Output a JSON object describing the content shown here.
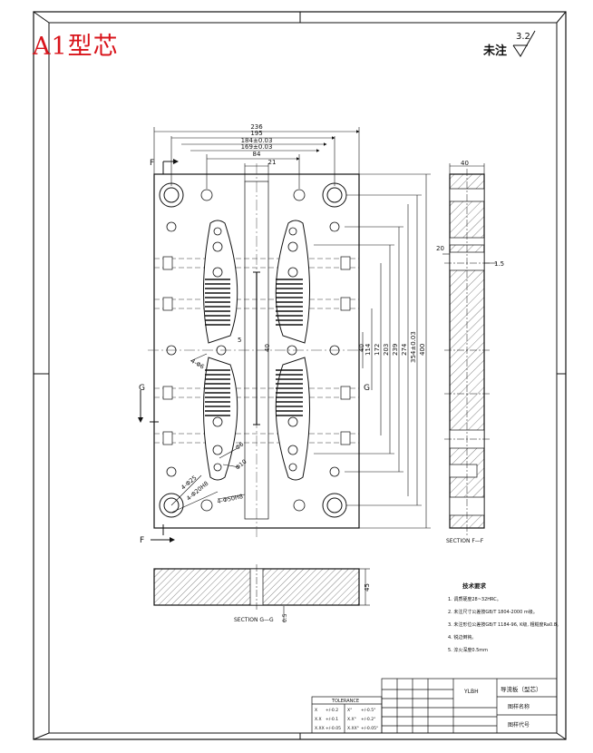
{
  "drawing": {
    "title": "A1型芯",
    "roughness_label": "未注",
    "roughness_value": "3.2",
    "dims_top": {
      "d236": "236",
      "d195": "195",
      "d184": "184±0.03",
      "d169": "169±0.03",
      "d84": "84",
      "d21": "21"
    },
    "dims_right": {
      "d40": "40",
      "d114": "114",
      "d172": "172",
      "d203": "203",
      "d239": "239",
      "d274": "274",
      "d354": "354±0.03",
      "d400": "400",
      "d5": "5",
      "d40b": "40"
    },
    "side_dims": {
      "w40": "40",
      "d20": "20",
      "d15": "1.5"
    },
    "callouts": {
      "c1": "4-Φ6",
      "c2": "4-Φ25",
      "c3": "4-Φ20H8",
      "c4": "4-Φ50H8",
      "c5": "Φ10",
      "c6": "Φ6"
    },
    "section_labels": {
      "f_top": "F",
      "f_bottom": "F",
      "g_left": "G",
      "g_right": "G",
      "section_ff": "SECTION  F—F",
      "section_gg": "SECTION  G—G",
      "gg_dim": "45",
      "gg_dim2": "0.5"
    }
  },
  "notes": {
    "heading": "技术要求",
    "items": [
      "1. 调质硬度28~32HRC。",
      "2. 未注尺寸公差按GB/T 1804-2000 m级。",
      "3. 未注形位公差按GB/T 1184-96, K级, 粗糙度Ra0.8。",
      "4. 锐边倒钝。",
      "5. 淬火深度0.5mm"
    ]
  },
  "title_block": {
    "tolerance_label": "TOLERANCE",
    "tol_rows": [
      {
        "a": "X",
        "b": "+/-0.2",
        "c": "X°",
        "d": "+/-0.5°"
      },
      {
        "a": "X.X",
        "b": "+/-0.1",
        "c": "X.X°",
        "d": "+/-0.2°"
      },
      {
        "a": "X.XX",
        "b": "+/-0.05",
        "c": "X.XX°",
        "d": "+/-0.05°"
      }
    ],
    "company": "YLBH",
    "part_title": "导流板（型芯）",
    "part_name_label": "图样名称",
    "drawing_no_label": "图样代号"
  }
}
